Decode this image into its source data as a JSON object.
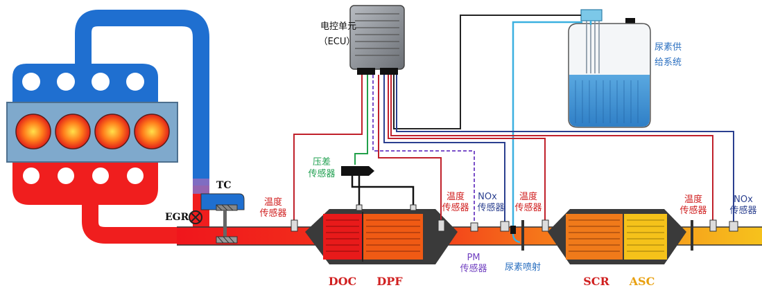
{
  "labels": {
    "ecu_line1": "电控单元",
    "ecu_line2": "（ECU）",
    "urea_supply_line1": "尿素供",
    "urea_supply_line2": "给系统",
    "tc": "TC",
    "egr": "EGR",
    "temp_sensor_1_line1": "温度",
    "temp_sensor_1_line2": "传感器",
    "pressure_diff_line1": "压差",
    "pressure_diff_line2": "传感器",
    "temp_sensor_2_line1": "温度",
    "temp_sensor_2_line2": "传感器",
    "nox_sensor_1_line1": "NOx",
    "nox_sensor_1_line2": "传感器",
    "temp_sensor_3_line1": "温度",
    "temp_sensor_3_line2": "传感器",
    "temp_sensor_4_line1": "温度",
    "temp_sensor_4_line2": "传感器",
    "nox_sensor_2_line1": "NOx",
    "nox_sensor_2_line2": "传感器",
    "pm_sensor_line1": "PM",
    "pm_sensor_line2": "传感器",
    "urea_injection": "尿素喷射",
    "doc": "DOC",
    "dpf": "DPF",
    "scr": "SCR",
    "asc": "ASC"
  },
  "colors": {
    "intake_blue": "#1f6fd0",
    "exhaust_red": "#f01e1e",
    "exhaust_orange": "#f5771a",
    "exhaust_yellow": "#f5c21a",
    "sensor_red_wire": "#c0202a",
    "sensor_blue_wire": "#2a3f8f",
    "pressure_green": "#22a04a",
    "pm_purple": "#7a4fc8",
    "urea_cyan": "#3ab0e0",
    "label_red": "#d02020",
    "label_blue": "#2a6fc0",
    "label_green": "#20a050",
    "label_purple": "#7040c0",
    "label_orange": "#e8a010",
    "ecu_gray": "#8a8e94"
  }
}
